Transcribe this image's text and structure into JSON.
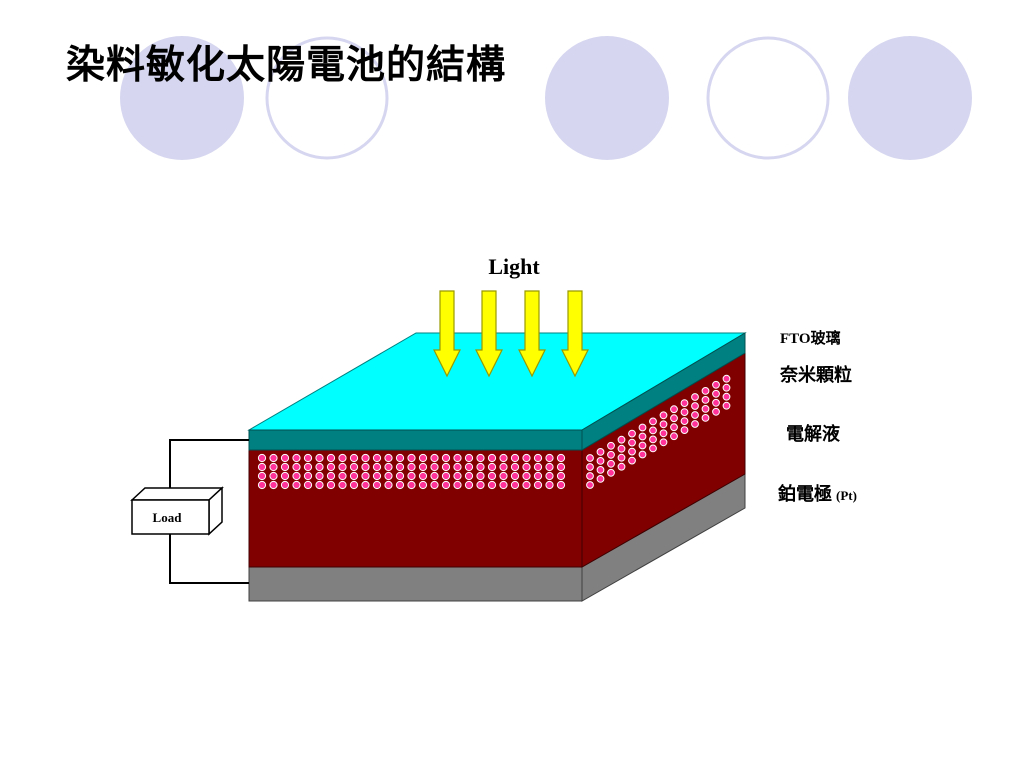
{
  "slide": {
    "title": "染料敏化太陽電池的結構"
  },
  "diagram": {
    "light_label": "Light",
    "load_label": "Load",
    "layer_labels": {
      "fto_glass": "FTO玻璃",
      "nanoparticles": "奈米顆粒",
      "electrolyte": "電解液",
      "pt_electrode_main": "鉑電極",
      "pt_electrode_symbol": "(Pt)"
    }
  },
  "colors": {
    "deco_circle_fill": "#d6d6f0",
    "deco_circle_stroke": "#d6d6f0",
    "fto_top": "#00ffff",
    "fto_front": "#008080",
    "electrolyte": "#800000",
    "platinum_top": "#808080",
    "platinum_front": "#808080",
    "nanoparticle": "#ff3399",
    "arrow_fill": "#ffff00",
    "arrow_stroke": "#999900",
    "wire": "#000000"
  }
}
